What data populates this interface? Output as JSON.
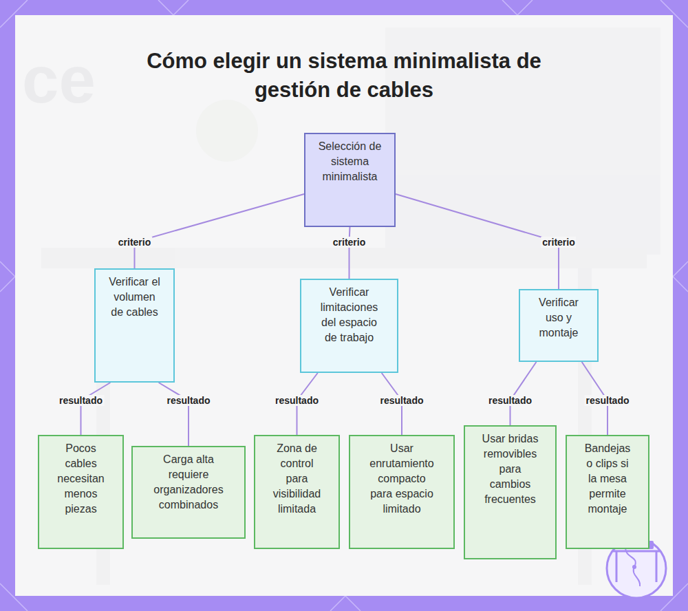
{
  "diagram": {
    "title": "Cómo elegir un sistema minimalista de gestión de cables",
    "nodes": [
      {
        "text": [
          "Selección de sistema minimalista"
        ]
      },
      {
        "text": [
          "Verificar el volumen de cables"
        ]
      },
      {
        "text": [
          "Verificar limitaciones del espacio de trabajo"
        ]
      },
      {
        "text": [
          "Verificar uso y montaje"
        ]
      },
      {
        "text": [
          "Pocos cables necesitan menos piezas"
        ]
      },
      {
        "text": [
          "Carga alta requiere organizadores combinados"
        ]
      },
      {
        "text": [
          "Zona de control para visibilidad limitada"
        ]
      },
      {
        "text": [
          "Usar enrutamiento compacto para espacio limitado"
        ]
      },
      {
        "text": [
          "Usar bridas removibles para cambios frecuentes"
        ]
      },
      {
        "text": [
          "Bandejas o clips si la mesa permite montaje"
        ]
      }
    ],
    "edges": [
      {
        "from": 0,
        "to": 1,
        "label": "criterio",
        "arrow": "none"
      },
      {
        "from": 0,
        "to": 2,
        "label": "criterio",
        "arrow": "none"
      },
      {
        "from": 0,
        "to": 3,
        "label": "criterio",
        "arrow": "none"
      },
      {
        "from": 1,
        "to": 4,
        "label": "resultado",
        "arrow": "none"
      },
      {
        "from": 1,
        "to": 5,
        "label": "resultado",
        "arrow": "none"
      },
      {
        "from": 2,
        "to": 6,
        "label": "resultado",
        "arrow": "none"
      },
      {
        "from": 2,
        "to": 7,
        "label": "resultado",
        "arrow": "none"
      },
      {
        "from": 3,
        "to": 8,
        "label": "resultado",
        "arrow": "none"
      },
      {
        "from": 3,
        "to": 9,
        "label": "resultado",
        "arrow": "none"
      }
    ],
    "labels": [
      "ce"
    ]
  }
}
